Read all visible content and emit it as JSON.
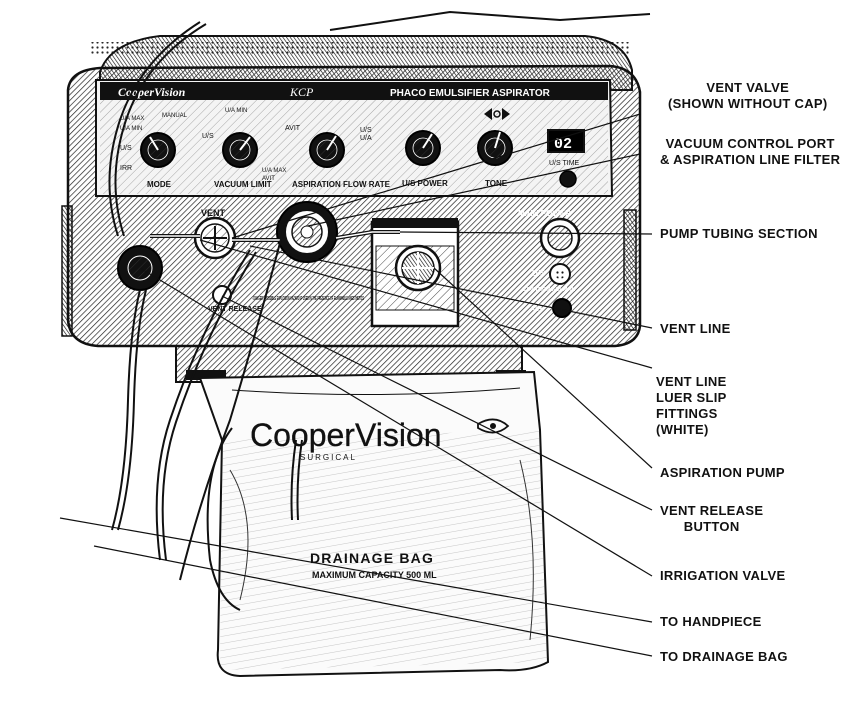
{
  "device": {
    "brand": "CooperVision",
    "model": "KCP",
    "title": "PHACO EMULSIFIER ASPIRATOR",
    "knobs": {
      "mode": "MODE",
      "vacuum_limit": "VACUUM LIMIT",
      "aspiration_flow_rate": "ASPIRATION FLOW RATE",
      "us_power": "U/S POWER",
      "tone": "TONE"
    },
    "display_value": "02",
    "display_label": "U/S TIME",
    "vent_label": "VENT",
    "vent_release_label": "VENT RELEASE",
    "danger_text": "- DANGER - POSSIBLE EXPLOSION HAZARD IF USED IN THE PRESENCE OF FLAMMABLE ANESTHETICS",
    "main_power_label": "MAIN POWER",
    "us_port_label": "U/S",
    "cavitron_label": "CAVITRON/KELMAN",
    "port_label": "A/H",
    "mode_marks": [
      "U/A MAX",
      "U/A MIN",
      "MANUAL",
      "U/S",
      "IRR"
    ],
    "vacuum_marks": [
      "U/A MIN",
      "U/S",
      "U/A MAX",
      "AVIT"
    ],
    "flow_marks": [
      "AVIT",
      "U/S",
      "U/A"
    ]
  },
  "bag": {
    "brand": "CooperVision",
    "subbrand": "SURGICAL",
    "title": "DRAINAGE BAG",
    "capacity": "MAXIMUM CAPACITY 500 ML"
  },
  "callouts": [
    {
      "id": "vent-valve",
      "text": "VENT VALVE\n(SHOWN WITHOUT CAP)"
    },
    {
      "id": "vacuum-control-port",
      "text": "VACUUM CONTROL PORT\n& ASPIRATION LINE FILTER"
    },
    {
      "id": "pump-tubing-section",
      "text": "PUMP TUBING SECTION"
    },
    {
      "id": "vent-line",
      "text": "VENT LINE"
    },
    {
      "id": "vent-line-luer",
      "text": "VENT LINE\nLUER SLIP\nFITTINGS\n(WHITE)"
    },
    {
      "id": "aspiration-pump",
      "text": "ASPIRATION PUMP"
    },
    {
      "id": "vent-release-button",
      "text": "VENT RELEASE\nBUTTON"
    },
    {
      "id": "irrigation-valve",
      "text": "IRRIGATION VALVE"
    },
    {
      "id": "to-handpiece",
      "text": "TO HANDPIECE"
    },
    {
      "id": "to-drainage-bag",
      "text": "TO DRAINAGE BAG"
    }
  ]
}
